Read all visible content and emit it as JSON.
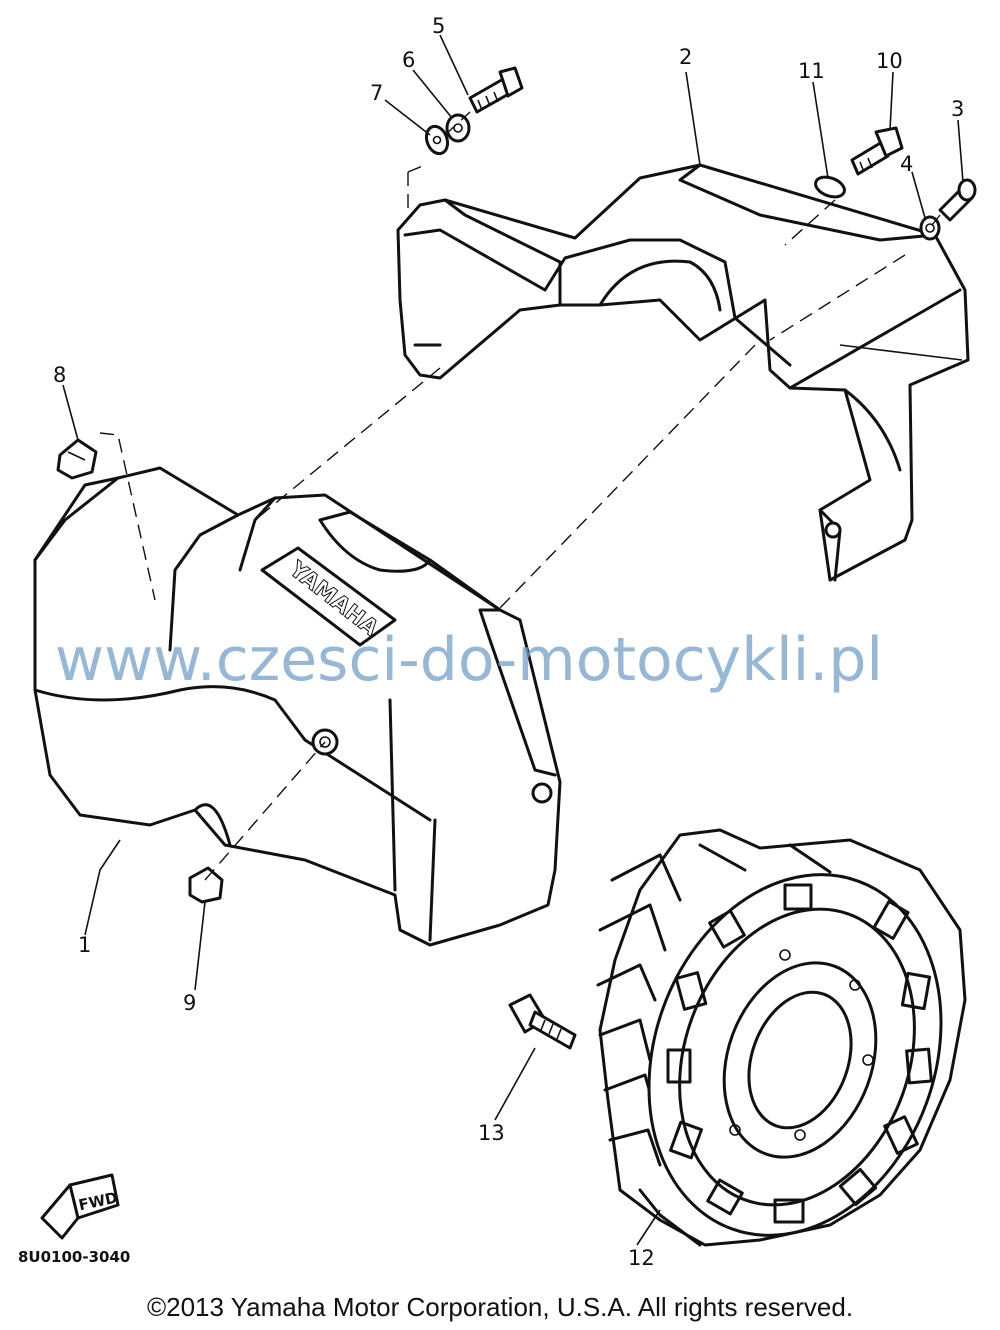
{
  "callouts": [
    "1",
    "2",
    "3",
    "4",
    "5",
    "6",
    "7",
    "8",
    "9",
    "10",
    "11",
    "12",
    "13"
  ],
  "emblem_text": "YAMAHA",
  "fwd_label": "FWD",
  "catalog_number": "8U0100-3040",
  "watermark": "www.czesci-do-motocykli.pl",
  "copyright": "©2013 Yamaha Motor Corporation, U.S.A. All rights reserved."
}
